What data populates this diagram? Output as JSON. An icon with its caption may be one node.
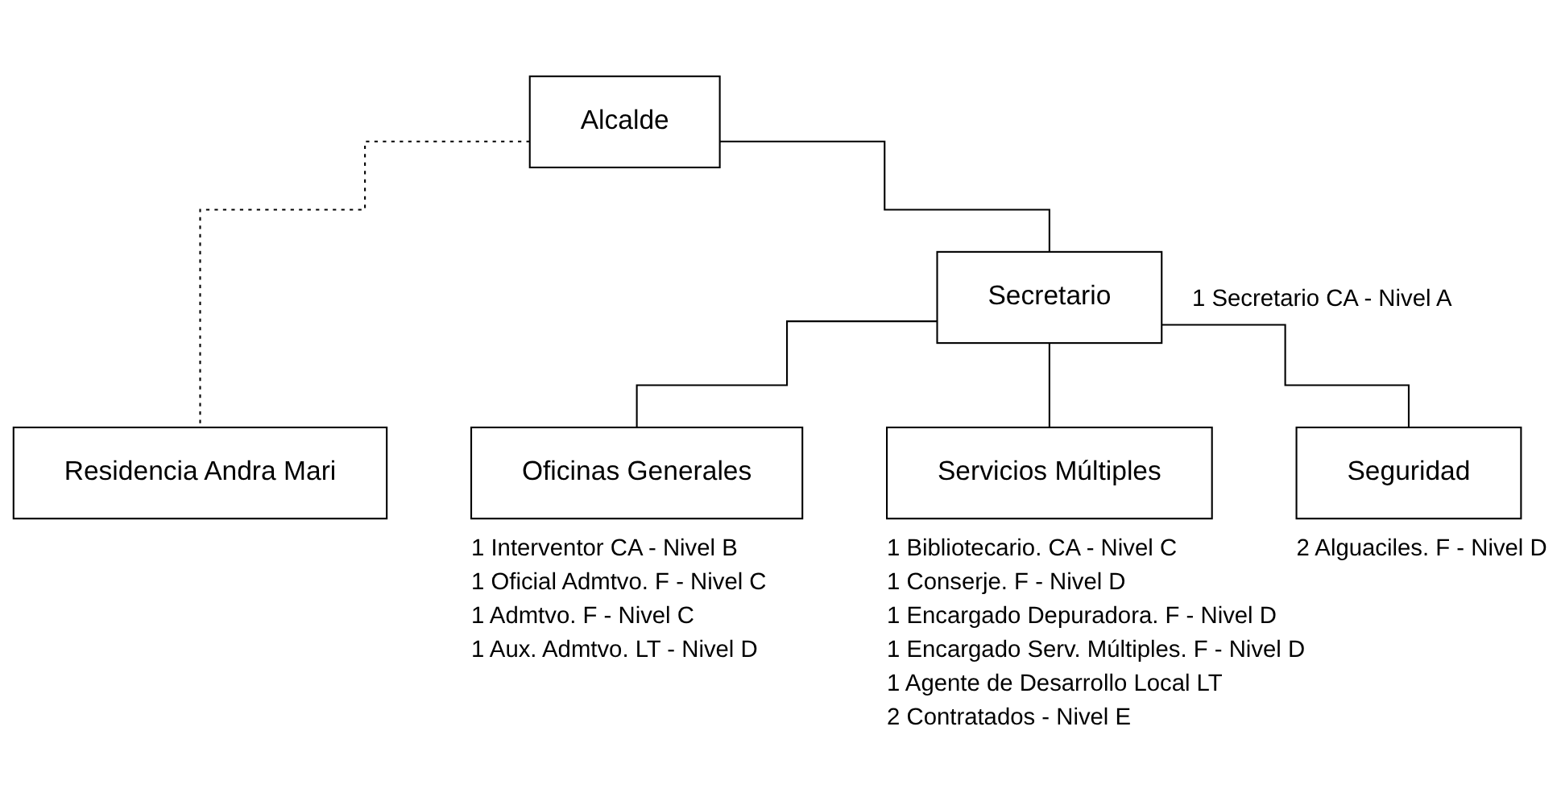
{
  "diagram": {
    "nodes": [
      {
        "text": [
          "Alcalde"
        ]
      },
      {
        "text": [
          "Residencia Andra Mari"
        ]
      },
      {
        "text": [
          "Secretario"
        ],
        "beside": [
          "1 Secretario CA - Nivel A"
        ]
      },
      {
        "text": [
          "Oficinas Generales"
        ],
        "beside": [
          "1 Interventor CA - Nivel B",
          "1 Oficial Admtvo. F - Nivel C",
          "1 Admtvo. F - Nivel C",
          "1 Aux. Admtvo. LT - Nivel D"
        ]
      },
      {
        "text": [
          "Servicios Múltiples"
        ],
        "beside": [
          "1 Bibliotecario. CA - Nivel C",
          "1 Conserje. F - Nivel D",
          "1 Encargado Depuradora. F - Nivel D",
          "1 Encargado Serv. Múltiples. F - Nivel D",
          "1 Agente de Desarrollo Local LT",
          "2 Contratados - Nivel E"
        ]
      },
      {
        "text": [
          "Seguridad"
        ],
        "beside": [
          "2 Alguaciles. F - Nivel D"
        ]
      }
    ],
    "edges": [
      {
        "from": 0,
        "to": 1,
        "arrow": "none",
        "style": "dashed"
      },
      {
        "from": 0,
        "to": 2,
        "arrow": "none"
      },
      {
        "from": 2,
        "to": 3,
        "arrow": "none"
      },
      {
        "from": 2,
        "to": 4,
        "arrow": "none"
      },
      {
        "from": 2,
        "to": 5,
        "arrow": "none"
      }
    ]
  }
}
